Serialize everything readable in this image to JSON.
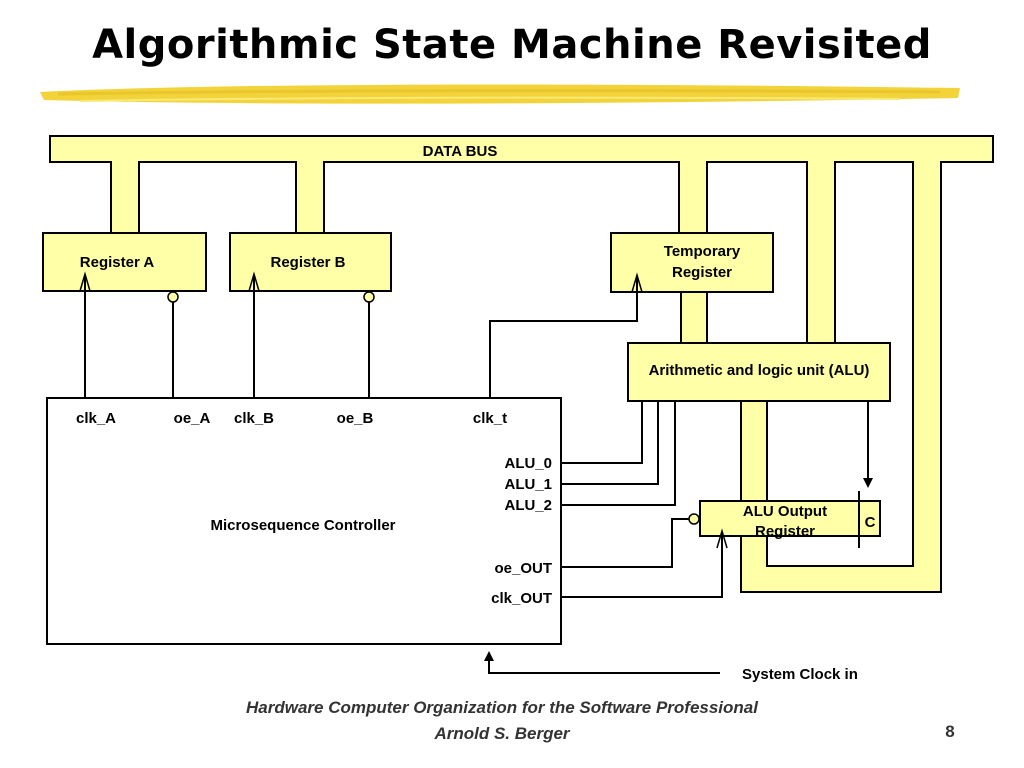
{
  "slide": {
    "title": "Algorithmic State Machine Revisited",
    "footer_line1": "Hardware Computer Organization for the Software Professional",
    "footer_line2": "Arnold S. Berger",
    "page_number": "8"
  },
  "diagram": {
    "data_bus": "DATA BUS",
    "register_a": "Register A",
    "register_b": "Register B",
    "temporary_register_line1": "Temporary",
    "temporary_register_line2": "Register",
    "alu": "Arithmetic and logic unit (ALU)",
    "alu_output_register_line1": "ALU Output",
    "alu_output_register_line2": "Register",
    "carry_flag": "C",
    "controller": "Microsequence Controller",
    "signals": {
      "clk_a": "clk_A",
      "oe_a": "oe_A",
      "clk_b": "clk_B",
      "oe_b": "oe_B",
      "clk_t": "clk_t",
      "alu_0": "ALU_0",
      "alu_1": "ALU_1",
      "alu_2": "ALU_2",
      "oe_out": "oe_OUT",
      "clk_out": "clk_OUT"
    },
    "system_clock": "System Clock in"
  },
  "colors": {
    "bus_fill": "#FFFFA8",
    "underline_gold": "#F2D43A",
    "line": "#000000"
  }
}
